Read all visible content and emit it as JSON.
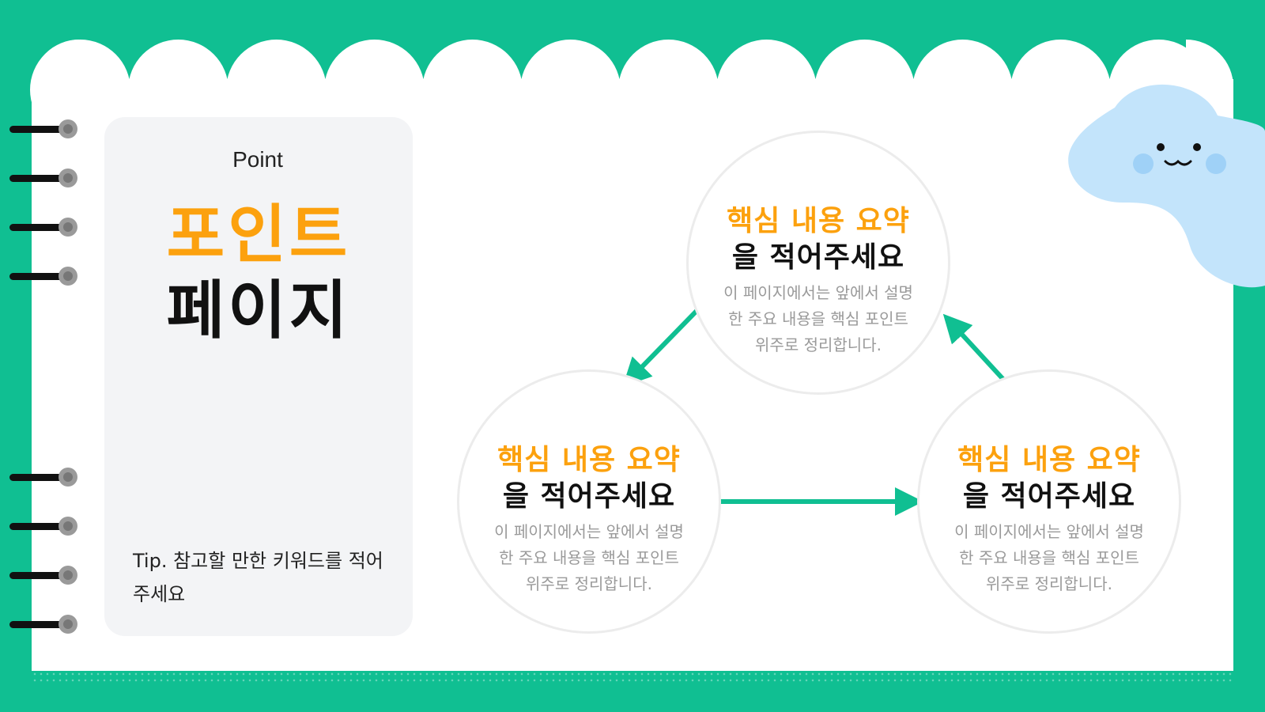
{
  "left_card": {
    "eyebrow": "Point",
    "title_line1": "포인트",
    "title_line2": "페이지",
    "tip": "Tip. 참고할 만한 키워드를 적어주세요"
  },
  "circles": [
    {
      "heading": "핵심 내용 요약",
      "subheading": "을 적어주세요",
      "body": "이 페이지에서는 앞에서 설명한 주요 내용을 핵심 포인트 위주로 정리합니다."
    },
    {
      "heading": "핵심 내용 요약",
      "subheading": "을 적어주세요",
      "body": "이 페이지에서는 앞에서 설명한 주요 내용을 핵심 포인트 위주로 정리합니다."
    },
    {
      "heading": "핵심 내용 요약",
      "subheading": "을 적어주세요",
      "body": "이 페이지에서는 앞에서 설명한 주요 내용을 핵심 포인트 위주로 정리합니다."
    }
  ],
  "colors": {
    "background": "#10bf92",
    "accent_orange": "#fca10e",
    "arrow": "#10bf92",
    "mascot": "#c3e4fb"
  },
  "icons": {
    "mascot": "smiling-cloud-mascot-icon",
    "arrows": "cycle-arrow-icon"
  }
}
